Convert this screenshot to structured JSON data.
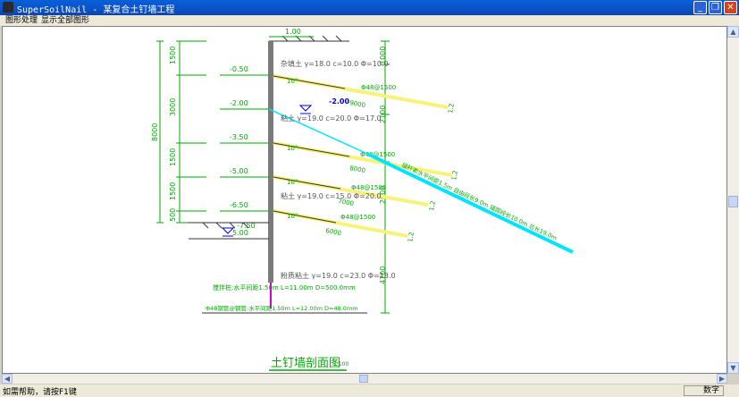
{
  "window": {
    "title": "SuperSoilNail - 某复合土钉墙工程"
  },
  "menu": {
    "items": [
      "图形处理",
      "显示全部图形"
    ]
  },
  "statusbar": {
    "help_text": "如需帮助，请按F1键",
    "mode": "数字"
  },
  "drawing": {
    "title": "土钉墙剖面图",
    "scale": "1:100",
    "top_width": "1.00",
    "left_dims": [
      "1500",
      "3000",
      "1500",
      "1500",
      "500"
    ],
    "total_dim": "8000",
    "right_dims": [
      "1000",
      "2100",
      "2000",
      "4700"
    ],
    "levels": [
      "-0.50",
      "-2.00",
      "-3.50",
      "-5.00",
      "-6.50",
      "-7.50"
    ],
    "water_level_a": "-2.00",
    "water_level_b": "5.00",
    "soil_layers": [
      "杂填土  γ=18.0 c=10.0  Φ=10.0",
      "粘土 γ=19.0 c=20.0  Φ=17.0",
      "粘土 γ=19.0 c=15.0 Φ=20.0",
      "粉质粘土  γ=19.0  c=23.0  Φ=18.0"
    ],
    "nail_angles": [
      "10°",
      "10°",
      "10°",
      "10°"
    ],
    "nail_specs": [
      "Φ48@1500",
      "Φ48@1500",
      "Φ48@1500",
      "Φ48@1500"
    ],
    "nail_lengths": [
      "9000",
      "8000",
      "7000",
      "6000"
    ],
    "nail_end_marks": [
      "1.2",
      "1.2",
      "1.2",
      "1.2"
    ],
    "anchor_label": "锚杆索水平间距1.5m 自由段长9.0m 锚固段长10.0m 总长19.0m",
    "pile_label": "搅拌桩:水平间距1.50m L=11.00m D=500.0mm",
    "bottom_label": "Φ48钢管@钢管:水平间距1.50m L=12.00m D=48.0mm"
  }
}
